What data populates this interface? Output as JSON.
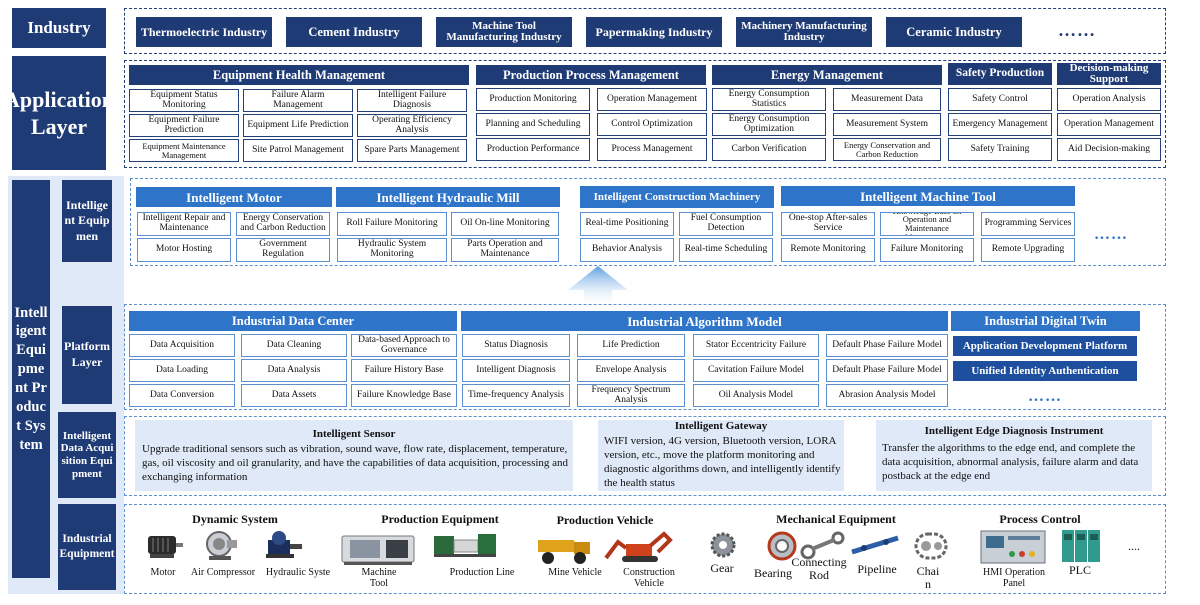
{
  "left_labels": {
    "industry": "Industry",
    "application_layer": "Application Layer",
    "system": "Intelligent Equipment Product System",
    "equipment": "Intelligent Equipmen",
    "platform": "Platform Layer",
    "acquisition": "Intelligent Data Acquisition Equipment",
    "industrial": "Industrial Equipment"
  },
  "industries": [
    "Thermoelectric Industry",
    "Cement Industry",
    "Machine Tool Manufacturing Industry",
    "Papermaking Industry",
    "Machinery Manufacturing Industry",
    "Ceramic Industry"
  ],
  "ellipsis": "……",
  "application": {
    "health": {
      "title": "Equipment Health Management",
      "items": [
        "Equipment Status Monitoring",
        "Failure Alarm Management",
        "Intelligent Failure Diagnosis",
        "Equipment Failure Prediction",
        "Equipment Life Prediction",
        "Operating Efficiency Analysis",
        "Equipment Maintenance Management",
        "Site Patrol Management",
        "Spare Parts Management"
      ]
    },
    "production": {
      "title": "Production Process Management",
      "items": [
        "Production Monitoring",
        "Operation Management",
        "Planning and Scheduling",
        "Control Optimization",
        "Production Performance",
        "Process Management"
      ]
    },
    "energy": {
      "title": "Energy Management",
      "items": [
        "Energy Consumption Statistics",
        "Measurement Data",
        "Energy Consumption Optimization",
        "Measurement System",
        "Carbon Verification",
        "Energy Conservation and Carbon Reduction"
      ]
    },
    "safety": {
      "title": "Safety Production",
      "items": [
        "Safety Control",
        "Emergency Management",
        "Safety Training"
      ]
    },
    "decision": {
      "title": "Decision-making Support",
      "items": [
        "Operation Analysis",
        "Operation Management",
        "Aid Decision-making"
      ]
    }
  },
  "equipment": {
    "motor": {
      "title": "Intelligent Motor",
      "items": [
        "Intelligent Repair and Maintenance",
        "Energy Conservation and Carbon Reduction",
        "Motor Hosting",
        "Government Regulation"
      ]
    },
    "mill": {
      "title": "Intelligent Hydraulic Mill",
      "items": [
        "Roll Failure Monitoring",
        "Oil On-line Monitoring",
        "Hydraulic System Monitoring",
        "Parts Operation and Maintenance"
      ]
    },
    "construction": {
      "title": "Intelligent Construction Machinery",
      "items": [
        "Real-time Positioning",
        "Fuel Consumption Detection",
        "Behavior Analysis",
        "Real-time Scheduling"
      ]
    },
    "tool": {
      "title": "Intelligent Machine Tool",
      "items": [
        "One-stop After-sales Service",
        "Knowledge Base on Operation and Maintenance Management",
        "Programming Services",
        "Remote Monitoring",
        "Failure Monitoring",
        "Remote Upgrading"
      ]
    }
  },
  "platform": {
    "data_center": {
      "title": "Industrial Data Center",
      "items": [
        "Data Acquisition",
        "Data Cleaning",
        "Data-based Approach to Governance",
        "Data Loading",
        "Data Analysis",
        "Failure History Base",
        "Data Conversion",
        "Data Assets",
        "Failure Knowledge Base"
      ]
    },
    "algorithm": {
      "title": "Industrial Algorithm Model",
      "items": [
        "Status Diagnosis",
        "Life Prediction",
        "Stator Eccentricity Failure",
        "Default Phase Failure Model",
        "Intelligent Diagnosis",
        "Envelope Analysis",
        "Cavitation Failure Model",
        "Default Phase Failure Model",
        "Time-frequency Analysis",
        "Frequency Spectrum Analysis",
        "Oil Analysis Model",
        "Abrasion Analysis Model"
      ]
    },
    "twin": {
      "title": "Industrial Digital Twin",
      "items": [
        "Application Development Platform",
        "Unified Identity Authentication"
      ]
    }
  },
  "acquisition": {
    "sensor": {
      "title": "Intelligent Sensor",
      "text": "Upgrade traditional sensors such as vibration, sound wave, flow rate, displacement, temperature, gas, oil viscosity and oil granularity, and have the capabilities of data acquisition, processing and exchanging information"
    },
    "gateway": {
      "title": "Intelligent Gateway",
      "text": "WIFI version, 4G version, Bluetooth version, LORA version, etc., move the platform monitoring and diagnostic algorithms down, and intelligently identify the health status"
    },
    "edge": {
      "title": "Intelligent Edge Diagnosis Instrument",
      "text": "Transfer the algorithms to the edge end, and complete the data acquisition, abnormal analysis, failure alarm and data postback at the edge end"
    }
  },
  "industrial_equipment": {
    "dynamic": {
      "title": "Dynamic System",
      "items": [
        "Motor",
        "Air Compressor",
        "Hydraulic Syste"
      ]
    },
    "production": {
      "title": "Production Equipment",
      "items": [
        "Machine Tool",
        "Production Line"
      ]
    },
    "vehicle": {
      "title": "Production Vehicle",
      "items": [
        "Mine Vehicle",
        "Construction Vehicle"
      ]
    },
    "mechanical": {
      "title": "Mechanical Equipment",
      "items": [
        "Gear",
        "Bearing",
        "Connecting Rod",
        "Pipeline",
        "Chai n"
      ]
    },
    "process": {
      "title": "Process Control",
      "items": [
        "HMI Operation Panel",
        "PLC"
      ]
    },
    "more": "...."
  },
  "icons": [
    "motor-icon",
    "air-compressor-icon",
    "hydraulic-system-icon",
    "machine-tool-icon",
    "production-line-icon",
    "mine-vehicle-icon",
    "construction-vehicle-icon",
    "gear-icon",
    "bearing-icon",
    "connecting-rod-icon",
    "pipeline-icon",
    "chain-icon",
    "hmi-panel-icon",
    "plc-icon"
  ],
  "colors": {
    "navy": "#1f3b75",
    "royal": "#2e74c9",
    "light_blue": "#dfe9f7",
    "border_blue": "#5b8fd0"
  }
}
